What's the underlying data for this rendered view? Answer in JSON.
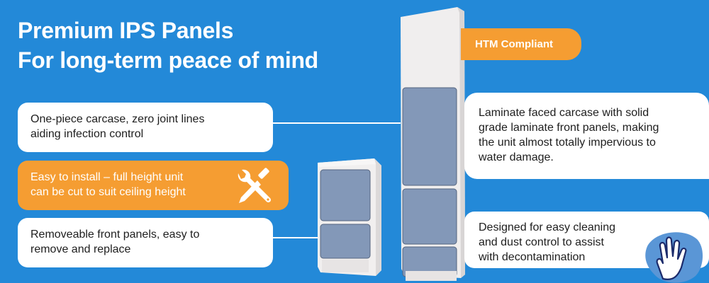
{
  "header": {
    "title_line1": "Premium IPS Panels",
    "title_line2": "For long-term peace of mind"
  },
  "badge": {
    "label": "HTM Compliant"
  },
  "features": [
    {
      "text": "One-piece carcase, zero joint lines\naiding infection control",
      "style": "white"
    },
    {
      "text": "Easy to install – full height unit\ncan be cut to suit ceiling height",
      "style": "orange",
      "icon": "tools-icon"
    },
    {
      "text": "Removeable front panels, easy to\nremove and replace",
      "style": "white"
    },
    {
      "text": "Laminate faced carcase with solid\ngrade laminate front panels, making\nthe unit almost totally impervious to\nwater damage.",
      "style": "white"
    },
    {
      "text": "Designed for easy cleaning\nand dust control to assist\nwith decontamination",
      "style": "white",
      "icon": "glove-icon"
    }
  ],
  "colors": {
    "background": "#2389d8",
    "accent_orange": "#f59d32",
    "card_white": "#ffffff",
    "panel_blue_grey": "#8398b8",
    "cabinet_white": "#eeecec"
  }
}
